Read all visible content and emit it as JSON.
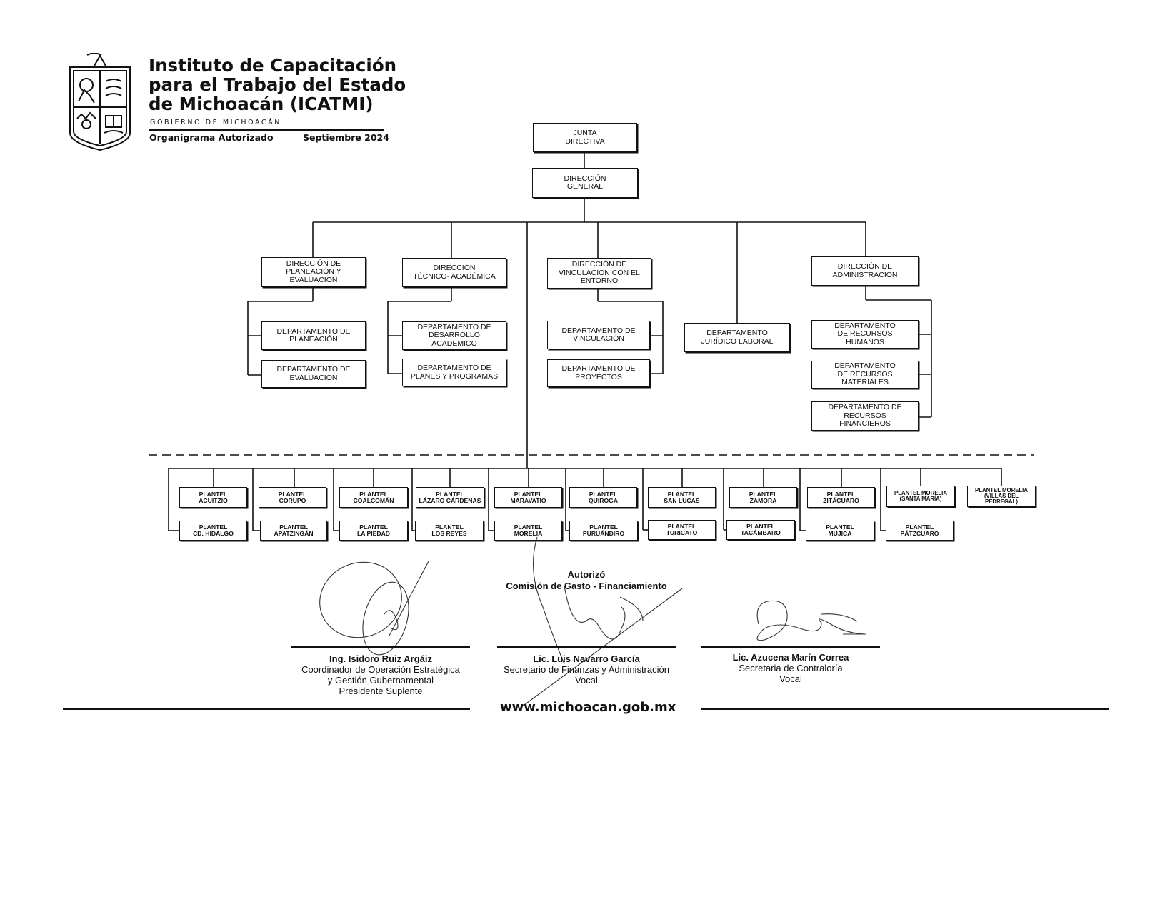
{
  "header": {
    "title_lines": [
      "Instituto de Capacitación",
      "para el Trabajo del Estado",
      "de Michoacán (ICATMI)"
    ],
    "government": "GOBIERNO DE MICHOACÁN",
    "doc_label": "Organigrama Autorizado",
    "date": "Septiembre 2024"
  },
  "org": {
    "junta": "JUNTA\nDIRECTIVA",
    "direccion_general": "DIRECCIÓN\nGENERAL",
    "dir_planeacion": "DIRECCIÓN DE\nPLANEACIÓN Y\nEVALUACIÓN",
    "dir_tecnico": "DIRECCIÓN\nTÉCNICO- ACADÉMICA",
    "dir_vinculacion": "DIRECCIÓN DE\nVINCULACIÓN CON EL\nENTORNO",
    "dir_administracion": "DIRECCIÓN DE\nADMINISTRACIÓN",
    "dep_planeacion": "DEPARTAMENTO DE\nPLANEACIÓN",
    "dep_evaluacion": "DEPARTAMENTO DE\nEVALUACIÓN",
    "dep_desarrollo": "DEPARTAMENTO DE\nDESARROLLO\nACADEMICO",
    "dep_planes": "DEPARTAMENTO DE\nPLANES Y PROGRAMAS",
    "dep_vinculacion": "DEPARTAMENTO DE\nVINCULACIÓN",
    "dep_proyectos": "DEPARTAMENTO DE\nPROYECTOS",
    "dep_juridico": "DEPARTAMENTO\nJURÍDICO LABORAL",
    "dep_humanos": "DEPARTAMENTO\nDE RECURSOS\nHUMANOS",
    "dep_materiales": "DEPARTAMENTO\nDE RECURSOS\nMATERIALES",
    "dep_financieros": "DEPARTAMENTO DE\nRECURSOS\nFINANCIEROS"
  },
  "planteles": {
    "top": [
      "PLANTEL\nACUITZIO",
      "PLANTEL\nCORUPO",
      "PLANTEL\nCOALCOMÁN",
      "PLANTEL\nLÁZARO CÁRDENAS",
      "PLANTEL\nMARAVATIO",
      "PLANTEL\nQUIROGA",
      "PLANTEL\nSAN LUCAS",
      "PLANTEL\nZAMORA",
      "PLANTEL\nZITÁCUARO",
      "PLANTEL MORELIA\n(SANTA MARÍA)",
      "PLANTEL MORELIA\n(VILLAS DEL\nPEDREGAL)"
    ],
    "bottom": [
      "PLANTEL\nCD. HIDALGO",
      "PLANTEL\nAPATZINGÁN",
      "PLANTEL\nLA PIEDAD",
      "PLANTEL\nLOS REYES",
      "PLANTEL\nMORELIA",
      "PLANTEL\nPURUÁNDIRO",
      "PLANTEL\nTURICATO",
      "PLANTEL\nTACÁMBARO",
      "PLANTEL\nMÚJICA",
      "PLANTEL\nPÁTZCUARO"
    ]
  },
  "authorization": {
    "label": "Autorizó",
    "committee": "Comisión de Gasto - Financiamiento"
  },
  "signatories": [
    {
      "name": "Ing. Isidoro Ruiz Argáiz",
      "role_lines": [
        "Coordinador de Operación Estratégica",
        "y Gestión Gubernamental",
        "Presidente Suplente"
      ]
    },
    {
      "name": "Lic. Luis Navarro García",
      "role_lines": [
        "Secretario de Finanzas y Administración",
        "Vocal"
      ]
    },
    {
      "name": "Lic. Azucena Marín Correa",
      "role_lines": [
        "Secretaria de Contraloría",
        "Vocal"
      ]
    }
  ],
  "footer": {
    "url": "www.michoacan.gob.mx"
  }
}
